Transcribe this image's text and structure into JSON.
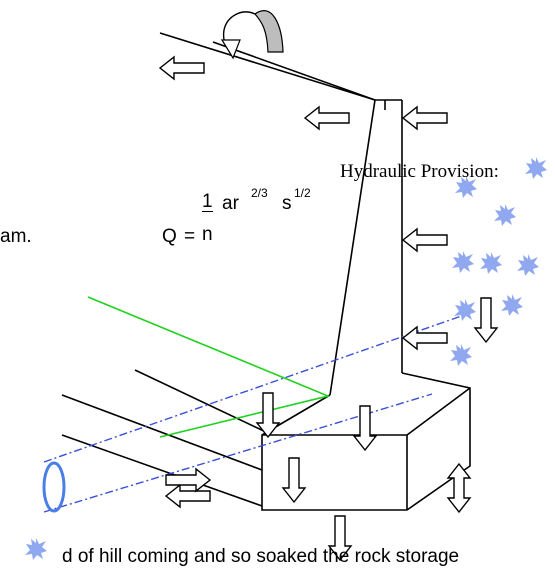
{
  "labels": {
    "hydraulic_provision": "Hydraulic Provision:",
    "left_fragment": "am.",
    "formula_q": "Q",
    "formula_eq": "=",
    "formula_num": "1",
    "formula_den": "n",
    "formula_ar": "ar",
    "formula_ar_exp": "2/3",
    "formula_s": "s",
    "formula_s_exp": "1/2",
    "bottom_fragment": "d of hill coming and so soaked the rock storage"
  },
  "colors": {
    "green_line": "#1fd21f",
    "blue_line": "#3a4fd8",
    "pipe": "#4a7fe8",
    "star": "#8fa8f0",
    "moment_arrow_fill": "#bdbdbd"
  }
}
